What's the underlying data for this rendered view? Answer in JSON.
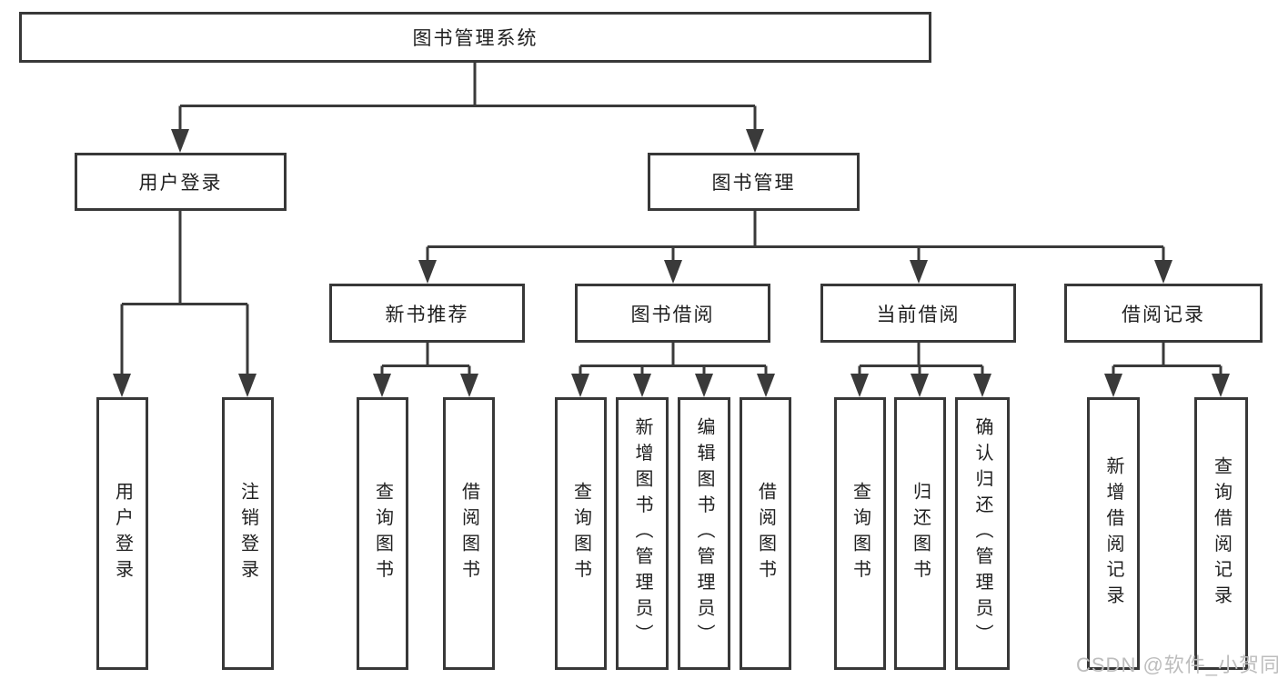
{
  "tree": {
    "root": {
      "label": "图书管理系统"
    },
    "branches": [
      {
        "label": "用户登录",
        "children": [
          "用户登录",
          "注销登录"
        ]
      },
      {
        "label": "图书管理",
        "sections": [
          {
            "label": "新书推荐",
            "children": [
              "查询图书",
              "借阅图书"
            ]
          },
          {
            "label": "图书借阅",
            "children": [
              "查询图书",
              "新增图书（管理员）",
              "编辑图书（管理员）",
              "借阅图书"
            ]
          },
          {
            "label": "当前借阅",
            "children": [
              "查询图书",
              "归还图书",
              "确认归还（管理员）"
            ]
          },
          {
            "label": "借阅记录",
            "children": [
              "新增借阅记录",
              "查询借阅记录"
            ]
          }
        ]
      }
    ]
  },
  "watermark": "CSDN @软件_小贺同学",
  "colors": {
    "line": "#3a3a3a",
    "border": "#383838",
    "text": "#1f1f1f",
    "watermark": "#bdbdbd",
    "background": "#ffffff"
  }
}
